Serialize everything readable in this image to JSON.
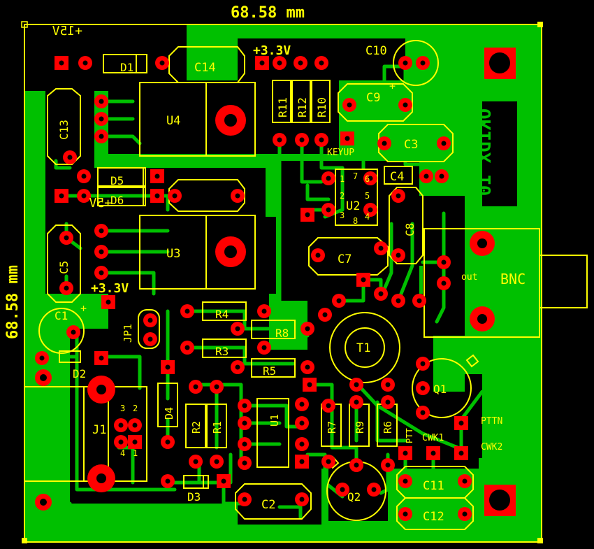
{
  "dim_width": "68.58 mm",
  "dim_height": "68.58 mm",
  "board_text": "OKIDX 10",
  "colors": {
    "copper": "#00c000",
    "silkscreen": "#ffff00",
    "pad": "#ff0000",
    "background": "#000000"
  },
  "labels": {
    "plus15v": "+15V",
    "plus5v": "+5V",
    "plus33v_top": "+3.3V",
    "plus33v_mid": "+3.3V",
    "d1": "D1",
    "d2": "D2",
    "d3": "D3",
    "d4": "D4",
    "d5": "D5",
    "d6": "D6",
    "c1": "C1",
    "c2": "C2",
    "c3": "C3",
    "c4": "C4",
    "c5": "C5",
    "c7": "C7",
    "c8": "C8",
    "c9": "C9",
    "c10": "C10",
    "c11": "C11",
    "c12": "C12",
    "c13": "C13",
    "c14": "C14",
    "u1": "U1",
    "u2": "U2",
    "u3": "U3",
    "u4": "U4",
    "r1": "R1",
    "r2": "R2",
    "r3": "R3",
    "r4": "R4",
    "r5": "R5",
    "r6": "R6",
    "r7": "R7",
    "r8": "R8",
    "r9": "R9",
    "r10": "R10",
    "r11": "R11",
    "r12": "R12",
    "q1": "Q1",
    "q2": "Q2",
    "t1": "T1",
    "j1": "J1",
    "jp1": "JP1",
    "bnc": "BNC",
    "out": "out",
    "keyup": "KEYUP",
    "pttn": "PTTN",
    "ptt": "PTT",
    "cwk1": "CWK1",
    "cwk2": "CWK2",
    "plus": "+",
    "u2_p1": "1",
    "u2_p2": "2",
    "u2_p3": "3",
    "u2_p4": "4",
    "u2_p5": "5",
    "u2_p6": "6",
    "u2_p7": "7",
    "u2_p8": "8",
    "j1_p1": "1",
    "j1_p2": "2",
    "j1_p3": "3",
    "j1_p4": "4"
  }
}
